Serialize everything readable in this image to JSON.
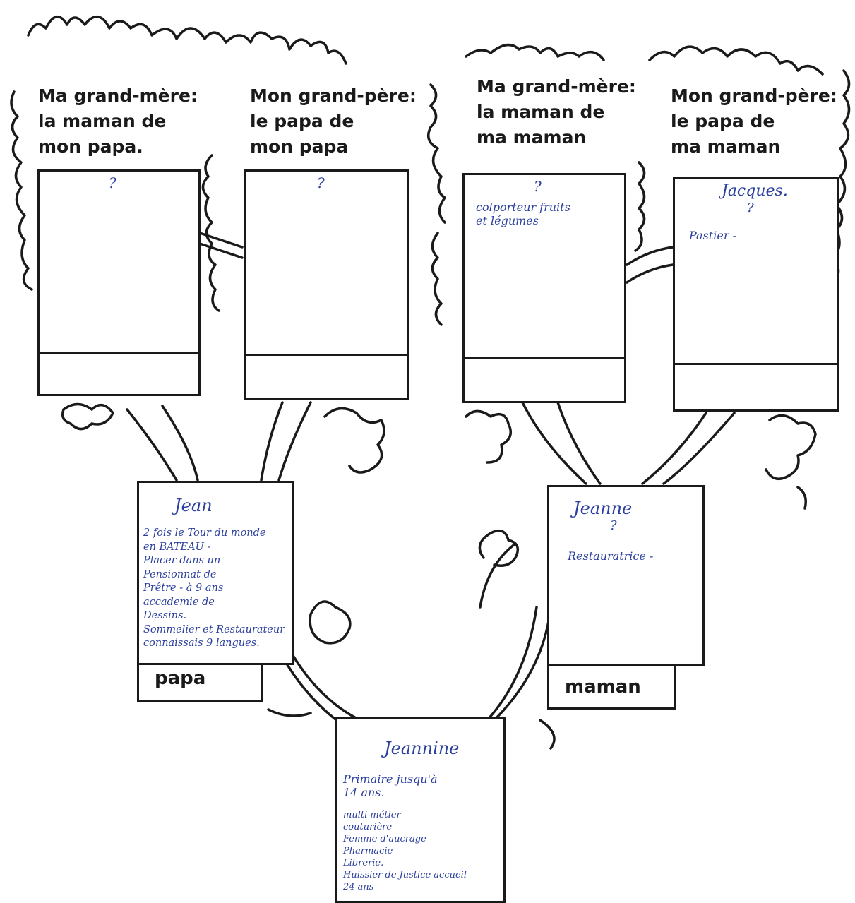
{
  "people": {
    "grandmother_paternal": {
      "title": "Ma grand-mère:\nla maman de\nmon papa.",
      "name": "?",
      "notes": ""
    },
    "grandfather_paternal": {
      "title": "Mon grand-père:\nle papa de\nmon papa",
      "name": "?",
      "notes": ""
    },
    "grandmother_maternal": {
      "title": "Ma grand-mère:\nla maman de\nma maman",
      "name": "?",
      "notes": "colporteur fruits\net légumes"
    },
    "grandfather_maternal": {
      "title": "Mon grand-père:\nle papa de\nma maman",
      "name": "Jacques.",
      "name2": "?",
      "notes": "Pastier -"
    },
    "father": {
      "label": "papa",
      "name": "Jean",
      "notes": "2 fois le Tour du monde\nen BATEAU -\nPlacer dans un\nPensionnat de\nPrêtre - à 9 ans\naccademie de\nDessins.\nSommelier et Restaurateur\nconnaissais 9 langues."
    },
    "mother": {
      "label": "maman",
      "name": "Jeanne",
      "name2": "?",
      "notes": "Restauratrice -"
    },
    "self": {
      "name": "Jeannine",
      "notes": "Primaire jusqu'à\n14 ans.",
      "notes2": "multi métier -\ncouturière\nFemme d'aucrage\nPharmacie -\nLibrerie.\nHuissier de Justice accueil\n24 ans -"
    }
  }
}
